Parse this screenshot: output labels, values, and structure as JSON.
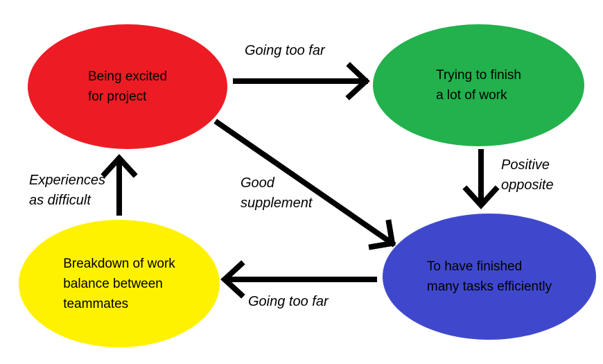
{
  "diagram": {
    "background_color": "#FFFFFF",
    "arrow_color": "#000000",
    "text_color": "#000000",
    "nodes": [
      {
        "id": "excited",
        "label": "Being excited\nfor project",
        "color": "#ED1C24"
      },
      {
        "id": "trying",
        "label": "Trying to finish\na lot of work",
        "color": "#22B14C"
      },
      {
        "id": "finished",
        "label": "To have finished\nmany tasks efficiently",
        "color": "#3F48CC"
      },
      {
        "id": "breakdown",
        "label": "Breakdown of work\nbalance between\nteammates",
        "color": "#FFF200"
      }
    ],
    "edges": [
      {
        "id": "excited-to-trying",
        "from": "excited",
        "to": "trying",
        "label": "Going too far"
      },
      {
        "id": "trying-to-finished",
        "from": "trying",
        "to": "finished",
        "label": "Positive\nopposite"
      },
      {
        "id": "excited-to-finished",
        "from": "excited",
        "to": "finished",
        "label": "Good\nsupplement"
      },
      {
        "id": "finished-to-breakdown",
        "from": "finished",
        "to": "breakdown",
        "label": "Going too far"
      },
      {
        "id": "breakdown-to-excited",
        "from": "breakdown",
        "to": "excited",
        "label": "Experiences\nas difficult"
      }
    ]
  }
}
